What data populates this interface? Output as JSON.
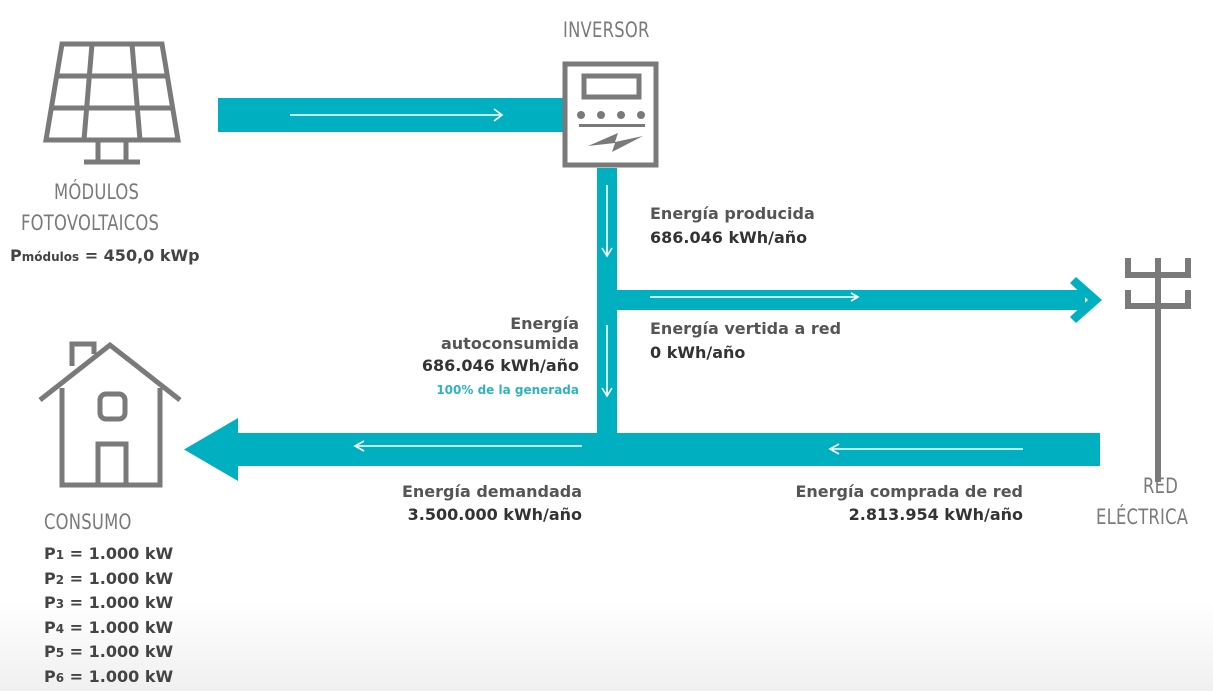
{
  "colors": {
    "flow": "#00b0c1",
    "icon": "#7a7a7a",
    "accent_text": "#2eb3c0"
  },
  "nodes": {
    "modules": {
      "icon": "solar-panel-icon",
      "title_line1": "MÓDULOS",
      "title_line2": "FOTOVOLTAICOS",
      "power_symbol": "P",
      "power_sub": "módulos",
      "power_value": " = 450,0 kWp"
    },
    "inverter": {
      "icon": "inverter-icon",
      "title": "INVERSOR"
    },
    "grid": {
      "icon": "power-pole-icon",
      "title_line1": "RED",
      "title_line2": "ELÉCTRICA"
    },
    "consumption": {
      "icon": "house-icon",
      "title": "CONSUMO",
      "periods": [
        {
          "symbol": "P",
          "sub": "1",
          "value": " = 1.000 kW"
        },
        {
          "symbol": "P",
          "sub": "2",
          "value": " = 1.000 kW"
        },
        {
          "symbol": "P",
          "sub": "3",
          "value": " = 1.000 kW"
        },
        {
          "symbol": "P",
          "sub": "4",
          "value": " = 1.000 kW"
        },
        {
          "symbol": "P",
          "sub": "5",
          "value": " = 1.000 kW"
        },
        {
          "symbol": "P",
          "sub": "6",
          "value": " = 1.000 kW"
        }
      ]
    }
  },
  "flows": {
    "produced": {
      "label": "Energía producida",
      "value": "686.046 kWh/año"
    },
    "exported": {
      "label": "Energía vertida a red",
      "value": "0 kWh/año"
    },
    "self_consumed": {
      "label_line1": "Energía",
      "label_line2": "autoconsumida",
      "value": "686.046 kWh/año",
      "share": "100% de la generada"
    },
    "demanded": {
      "label": "Energía demandada",
      "value": "3.500.000 kWh/año"
    },
    "purchased": {
      "label": "Energía comprada de red",
      "value": "2.813.954 kWh/año"
    }
  }
}
